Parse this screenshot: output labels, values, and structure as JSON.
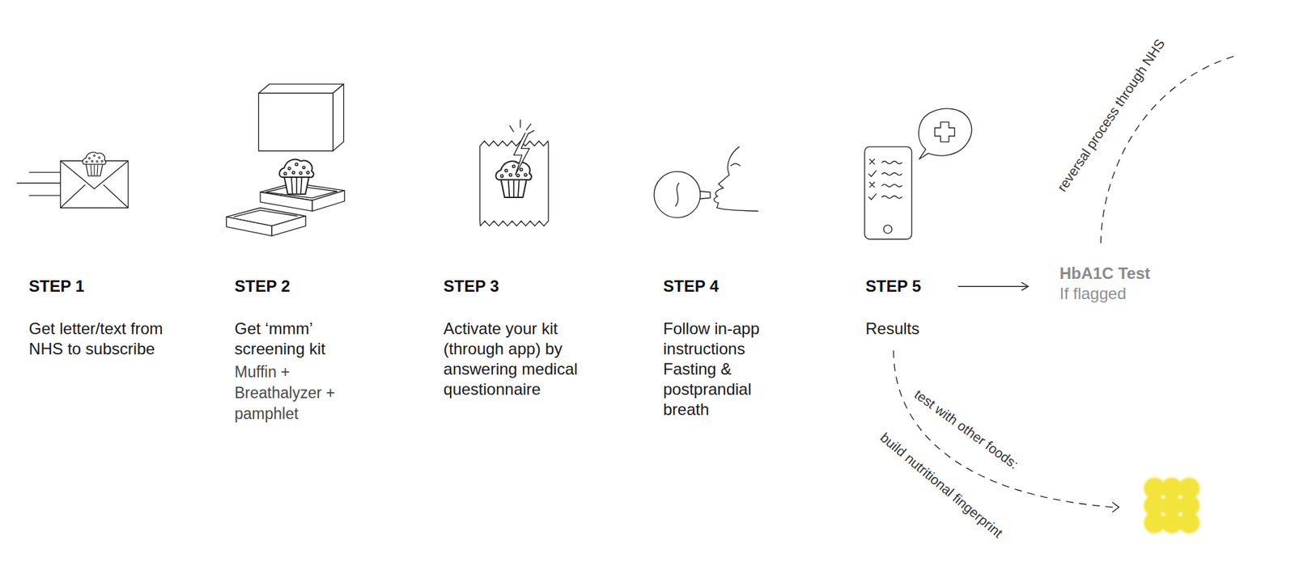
{
  "diagram": {
    "nodes": [
      {
        "text": [
          "STEP 1",
          "Get letter/text from NHS to subscribe"
        ]
      },
      {
        "text": [
          "STEP 2",
          "Get ‘mmm’ screening kit",
          "Muffin + Breathalyzer + pamphlet"
        ]
      },
      {
        "text": [
          "STEP 3",
          "Activate your kit (through app) by answering medical questionnaire"
        ]
      },
      {
        "text": [
          "STEP 4",
          "Follow in-app instructions Fasting & postprandial breath"
        ]
      },
      {
        "text": [
          "STEP 5",
          "Results"
        ]
      },
      {
        "text": [
          "HbA1C Test",
          "If flagged"
        ]
      }
    ],
    "edges": [
      {
        "from": 4,
        "to": 5,
        "arrow": "to"
      }
    ],
    "labels": [
      "reversal process through NHS",
      "test with other foods:",
      "build nutritional fingerprint"
    ]
  }
}
